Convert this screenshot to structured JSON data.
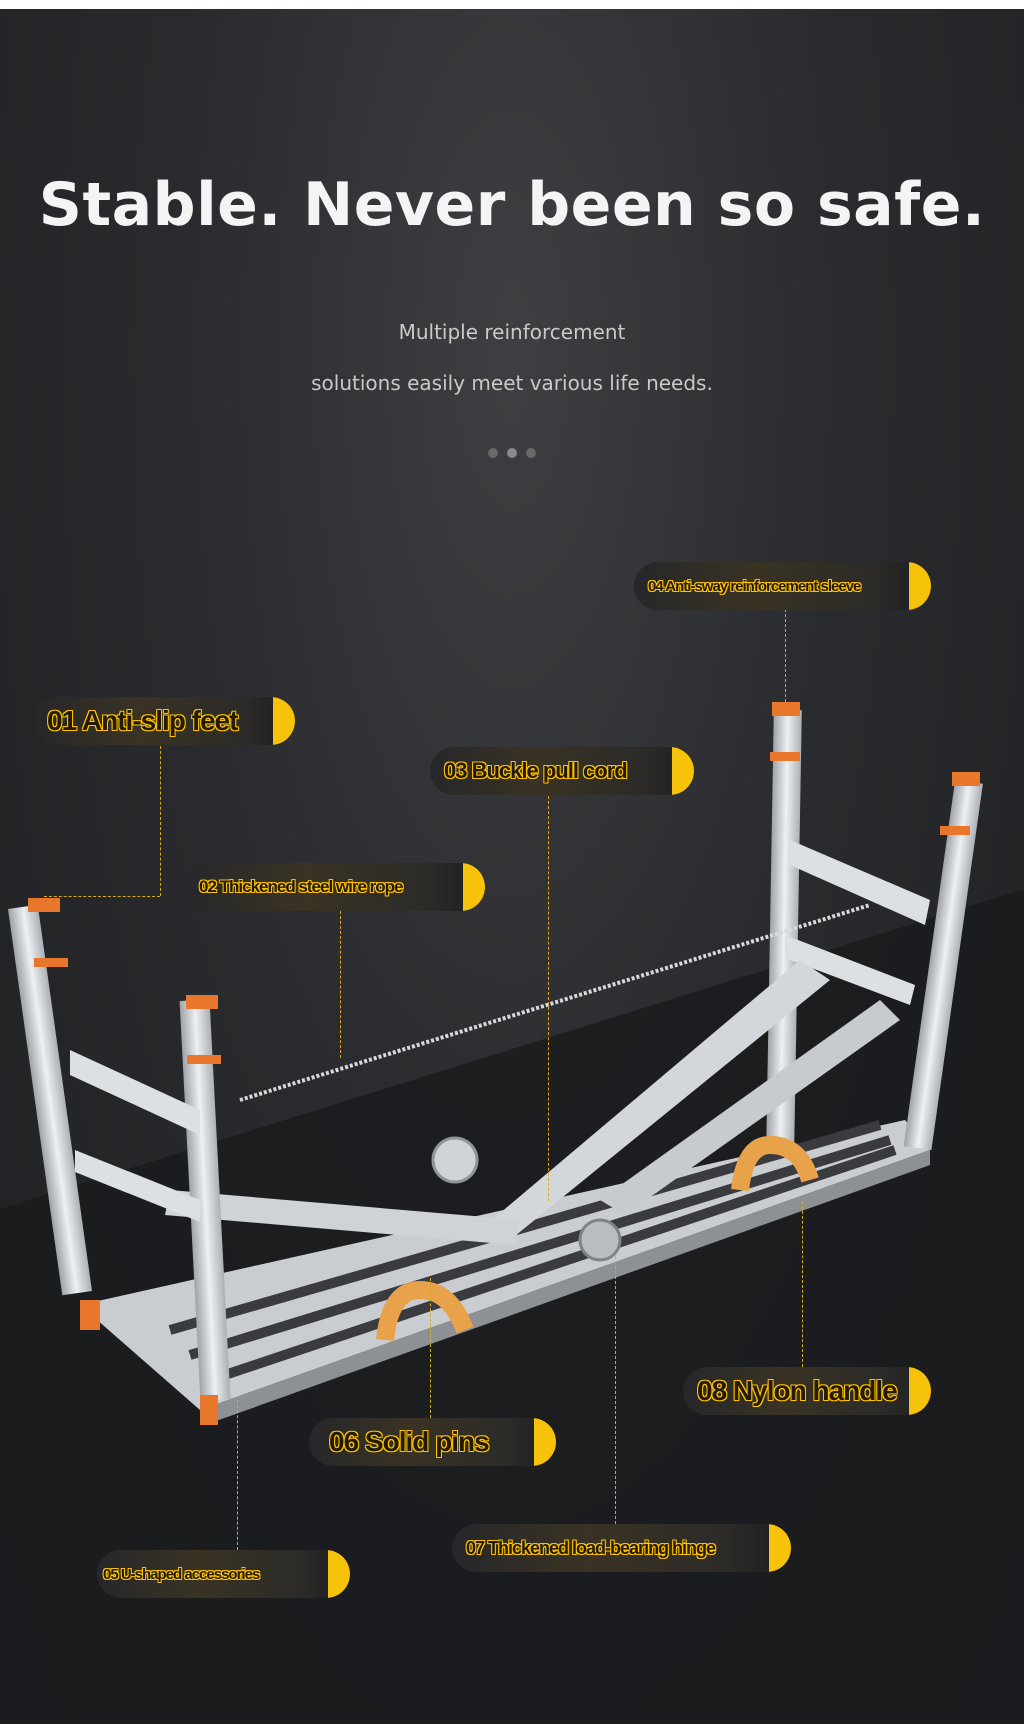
{
  "headline": "Stable. Never been so safe.",
  "subtitle_line1": "Multiple reinforcement",
  "subtitle_line2": "solutions easily meet various life needs.",
  "accent_color": "#f7c20a",
  "callouts": [
    {
      "label": "01 Anti-slip feet"
    },
    {
      "label": "02 Thickened steel wire rope"
    },
    {
      "label": "03 Buckle pull cord"
    },
    {
      "label": "04 Anti-sway reinforcement sleeve"
    },
    {
      "label": "05 U-shaped accessories"
    },
    {
      "label": "06 Solid pins"
    },
    {
      "label": "07 Thickened load-bearing hinge"
    },
    {
      "label": "08 Nylon handle"
    }
  ]
}
